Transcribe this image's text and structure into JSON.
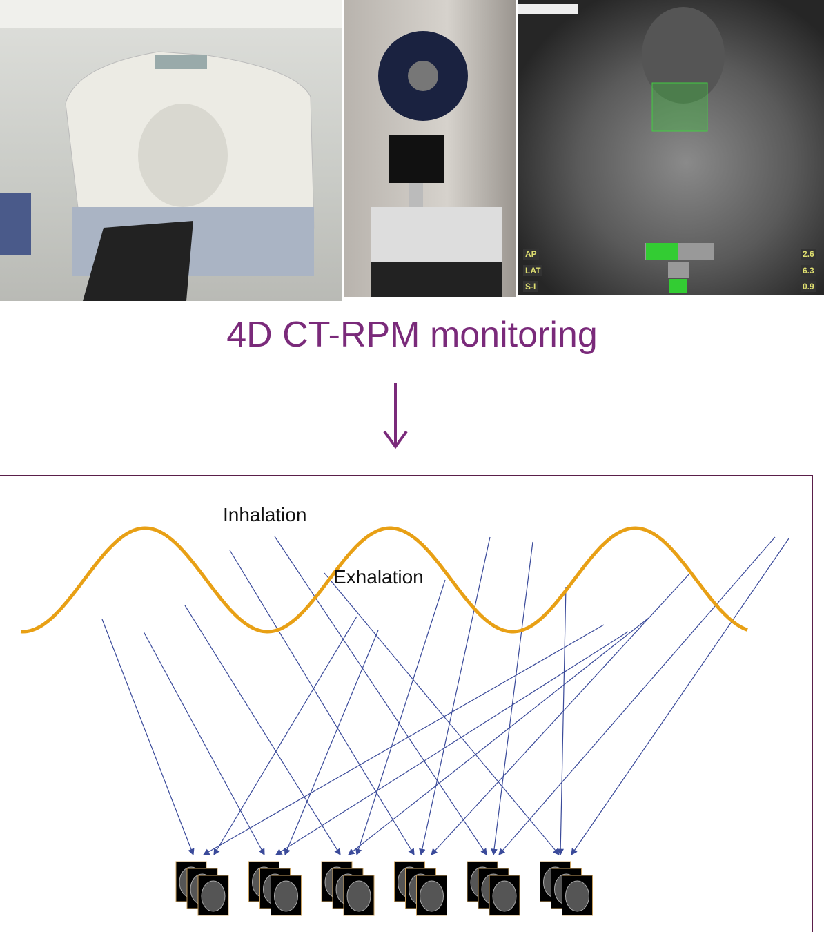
{
  "title": "4D CT-RPM monitoring",
  "labels": {
    "inhalation": "Inhalation",
    "exhalation": "Exhalation"
  },
  "rpm_screen": {
    "axes": [
      "AP",
      "LAT",
      "S-I"
    ],
    "values": [
      "2.6",
      "6.3",
      "0.9"
    ]
  },
  "colors": {
    "title": "#7a2a7a",
    "wave": "#e8a015",
    "arrows": "#3a4a9a",
    "frame": "#5a1f4a"
  },
  "phase_bins": 6
}
